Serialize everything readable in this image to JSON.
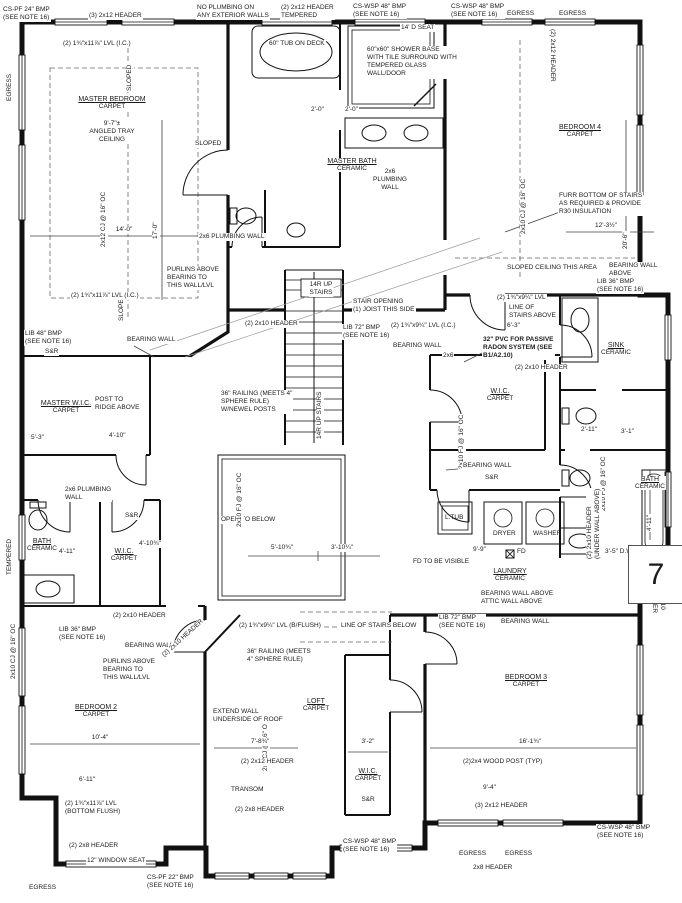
{
  "sheet": {
    "number": "7"
  },
  "rooms": {
    "master_bedroom": {
      "name": "MASTER BEDROOM",
      "floor": "CARPET",
      "ceiling_note": "9'-7\"±\nANGLED TRAY\nCEILING"
    },
    "master_bath": {
      "name": "MASTER BATH",
      "floor": "CERAMIC"
    },
    "bedroom_4": {
      "name": "BEDROOM 4",
      "floor": "CARPET"
    },
    "master_wic": {
      "name": "MASTER W.I.C.",
      "floor": "CARPET"
    },
    "bath_left": {
      "name": "BATH",
      "floor": "CERAMIC"
    },
    "wic_left": {
      "name": "W.I.C.",
      "floor": "CARPET"
    },
    "bedroom_2": {
      "name": "BEDROOM 2",
      "floor": "CARPET"
    },
    "wic_center": {
      "name": "W.I.C.",
      "floor": "CARPET"
    },
    "sink_room": {
      "name": "SINK",
      "floor": "CERAMIC"
    },
    "bath_right": {
      "name": "BATH",
      "floor": "CERAMIC"
    },
    "laundry": {
      "name": "LAUNDRY",
      "floor": "CERAMIC"
    },
    "bedroom_3": {
      "name": "BEDROOM 3",
      "floor": "CARPET"
    },
    "loft": {
      "name": "LOFT",
      "floor": "CARPET"
    },
    "wic_bottom": {
      "name": "W.I.C.",
      "floor": "CARPET"
    }
  },
  "fixtures": {
    "tub": "60\" TUB ON DECK",
    "laundry_tub": "L.TUB",
    "dryer": "DRYER",
    "washer": "WASHER",
    "floor_drain": "FD"
  },
  "stairs": {
    "up_box": "14R UP\nSTAIRS",
    "up_vertical": "14R UP STAIRS",
    "opening": "STAIR OPENING\n(1) JOIST THIS SIDE",
    "open_below": "OPEN TO BELOW",
    "railing_newel": "36\" RAILING (MEETS 4\"\nSPHERE RULE)\nW/NEWEL POSTS",
    "railing": "36\" RAILING (MEETS\n4\" SPHERE RULE)",
    "line_below": "LINE OF STAIRS BELOW",
    "line_above": "LINE OF\nSTAIRS ABOVE"
  },
  "notes": {
    "no_plumbing": "NO PLUMBING ON\nANY EXTERIOR WALLS",
    "shower": "60\"x60\" SHOWER BASE\nWITH TILE SURROUND WITH\nTEMPERED GLASS\nWALL/DOOR",
    "seat": "14' D SEAT",
    "furr": "FURR BOTTOM OF STAIRS\nAS REQUIRED & PROVIDE\nR30 INSULATION",
    "sloped_ceiling_area": "SLOPED CEILING THIS AREA",
    "sloped": "SLOPED",
    "radon": "32\" PVC FOR PASSIVE\nRADON SYSTEM (SEE\nB1/A2.10)",
    "purlins": "PURLINS ABOVE\nBEARING TO\nTHIS WALL/LVL",
    "post_ridge": "POST TO\nRIDGE ABOVE",
    "plumbing_wall": "2x6 PLUMBING WALL",
    "plumbing_wall_2line": "2x6 PLUMBING\nWALL",
    "plumbing_wall_3line": "2x6\nPLUMBING\nWALL",
    "extend_wall": "EXTEND WALL\nUNDERSIDE OF ROOF",
    "fd_visible": "FD TO BE VISIBLE",
    "bearing_wall": "BEARING WALL",
    "bearing_wall_above": "BEARING WALL ABOVE",
    "bearing_attic": "BEARING WALL ABOVE\nATTIC WALL ABOVE",
    "under_wall_above": "(2) 2x10 HEADER\n(UNDER WALL ABOVE)",
    "wood_post": "(2)2x4 WOOD POST (TYP)",
    "window_seat": "12\" WINDOW SEAT",
    "transom": "TRANSOM",
    "tempered": "TEMPERED",
    "egress": "EGRESS",
    "sandr": "S&R",
    "joist_2x12cj": "2x12 CJ @ 16\" OC",
    "joist_2x10cj": "2x10 CJ @ 16\" OC",
    "joist_2x10fj": "2x10 FJ @ 16\" OC",
    "joist_2x6cj": "2x6 CJ @ 16\" OC",
    "box_2x6": "2x6"
  },
  "bracing": {
    "cspf24": "CS-PF 24\" BMP\n(SEE NOTE 16)",
    "cspf22": "CS-PF 22\" BMP\n(SEE NOTE 16)",
    "cswsp48": "CS-WSP 48\" BMP\n(SEE NOTE 16)",
    "lib36": "LIB 36\" BMP\n(SEE NOTE 16)",
    "lib48": "LIB 48\" BMP\n(SEE NOTE 16)",
    "lib72": "LIB 72\" BMP\n(SEE NOTE 16)"
  },
  "headers": {
    "h2x8": "(2) 2x8 HEADER",
    "h2x8s": "2x8 HEADER",
    "h2x10": "(2) 2x10 HEADER",
    "h2x12": "(2) 2x12 HEADER",
    "h3x12": "(3) 2x12 HEADER",
    "h2x12_tempered": "(2) 2x12 HEADER\nTEMPERED",
    "lvl_1175_ic": "(2) 1¾\"x11⅞\" LVL (I.C.)",
    "lvl_1175_bf": "(2) 1¾\"x11⅞\" LVL\n(BOTTOM FLUSH)",
    "lvl_914": "(2) 1¾\"x9¼\" LVL",
    "lvl_914_ic": "(2) 1¾\"x9¼\" LVL (I.C.)",
    "lvl_914_bf": "(2) 1¾\"x9¼\" LVL (B/FLUSH)"
  },
  "dims": {
    "mbr_width": "14'-0\"",
    "mbr_depth": "17'-0\"",
    "tub_a": "2'-0\"",
    "tub_b": "2'-0\"",
    "mwic_a": "4'-10\"",
    "mwic_b": "5'-3\"",
    "bath_left_w": "4'-11\"",
    "wic_left_w": "4'-10¾\"",
    "br2_w": "10'-4\"",
    "br2_a": "6'-11\"",
    "stair_a": "5'-10¾\"",
    "stair_b": "3'-10¼\"",
    "laundry_w": "9'-9\"",
    "loft_w": "7'-8¾\"",
    "wic_bottom_w": "3'-2\"",
    "br3_w": "16'-1¾\"",
    "br3_a": "9'-4\"",
    "right_a": "12'-3½\"",
    "right_b": "6'-3\"",
    "wic_center_a": "2'-11\"",
    "wic_center_b": "3'-1\"",
    "bath_right_h": "4'-11\"",
    "br4_d": "20'-6\"",
    "dw": "3'-5\" D.W."
  }
}
